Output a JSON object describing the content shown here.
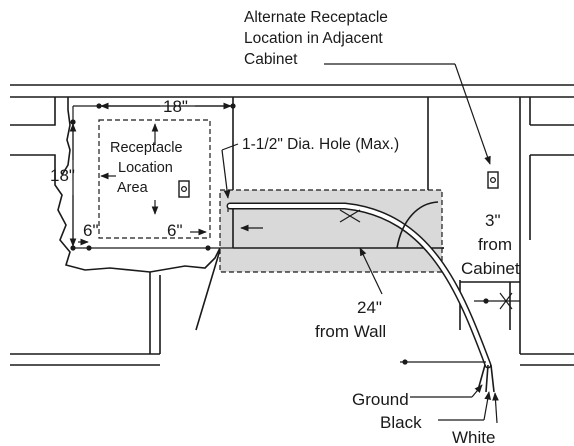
{
  "labels": {
    "alternate": [
      "Alternate Receptacle",
      "Location in Adjacent",
      "Cabinet"
    ],
    "width_dim": "18\"",
    "height_dim": "18\"",
    "receptacle_area": [
      "Receptacle",
      "Location",
      "Area"
    ],
    "dim_6_left": "6\"",
    "dim_6_right": "6\"",
    "hole": "1-1/2\" Dia. Hole (Max.)",
    "from_cabinet": [
      "3\"",
      "from",
      "Cabinet"
    ],
    "from_wall": [
      "24\"",
      "from Wall"
    ],
    "ground": "Ground",
    "black": "Black",
    "white": "White"
  },
  "colors": {
    "line": "#1a1a1a",
    "shaded_area": "#d9d9d9",
    "background": "#ffffff"
  }
}
